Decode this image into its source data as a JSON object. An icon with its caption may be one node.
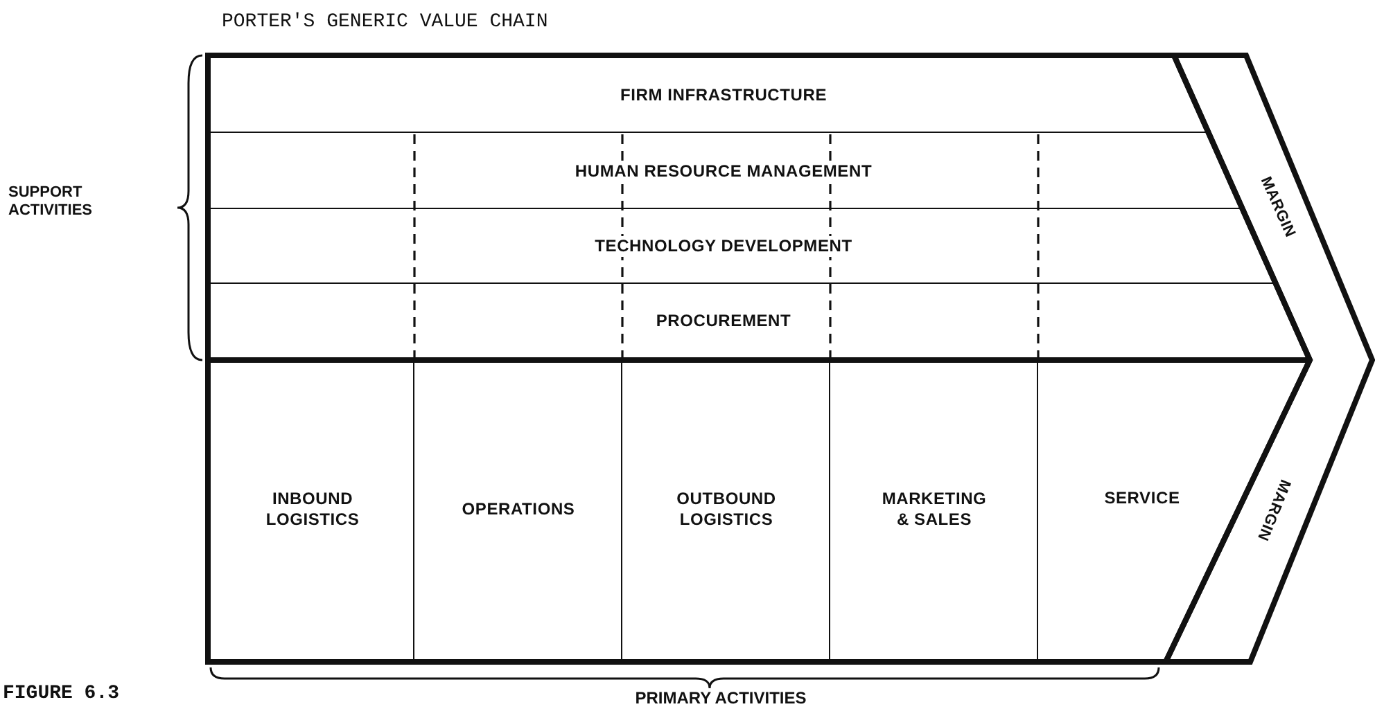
{
  "diagram": {
    "title": "PORTER'S GENERIC VALUE CHAIN",
    "caption": "FIGURE 6.3",
    "nodes": [
      {
        "text": [
          "FIRM INFRASTRUCTURE"
        ]
      },
      {
        "text": [
          "HUMAN RESOURCE MANAGEMENT"
        ]
      },
      {
        "text": [
          "TECHNOLOGY DEVELOPMENT"
        ]
      },
      {
        "text": [
          "PROCUREMENT"
        ]
      },
      {
        "text": [
          "INBOUND LOGISTICS"
        ]
      },
      {
        "text": [
          "OPERATIONS"
        ]
      },
      {
        "text": [
          "OUTBOUND LOGISTICS"
        ]
      },
      {
        "text": [
          "MARKETING & SALES"
        ]
      },
      {
        "text": [
          "SERVICE"
        ]
      },
      {
        "text": [
          "MARGIN",
          "MARGIN"
        ]
      }
    ],
    "labels": [
      "SUPPORT ACTIVITIES",
      "PRIMARY ACTIVITIES"
    ]
  }
}
